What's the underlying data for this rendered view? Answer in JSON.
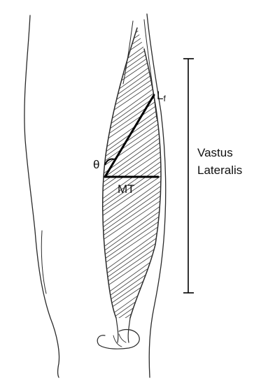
{
  "labels": {
    "fascicle_length_main": "L",
    "fascicle_length_sub": "f",
    "pennation_angle": "θ",
    "muscle_thickness": "MT",
    "muscle_name_line1": "Vastus",
    "muscle_name_line2": "Lateralis"
  },
  "colors": {
    "ink": "#2a2a2a",
    "text": "#111111",
    "background": "#ffffff"
  }
}
